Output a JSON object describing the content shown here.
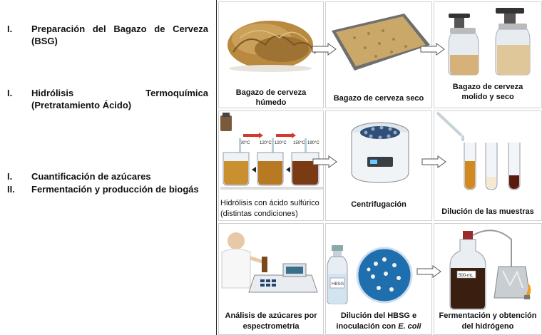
{
  "steps": [
    {
      "num": "I.",
      "text": "Preparación del Bagazo de Cerveza (BSG)"
    },
    {
      "num": "I.",
      "text": "Hidrólisis Termoquímica (Pretratamiento Ácido)"
    },
    {
      "num": "I.",
      "text": "Cuantificación de azúcares"
    },
    {
      "num": "II.",
      "text": "Fermentación y producción de biogás"
    }
  ],
  "cells": [
    {
      "caption": "Bagazo de cerveza húmedo"
    },
    {
      "caption": "Bagazo de cerveza seco"
    },
    {
      "caption1": "Bagazo de cerveza",
      "caption2": "molido y seco"
    },
    {
      "caption1": "Hidrólisis con ácido sulfúrico",
      "caption2": "(distintas condiciones)"
    },
    {
      "caption": "Centrifugación"
    },
    {
      "caption": "Dilución de las muestras"
    },
    {
      "caption1": "Análisis de azúcares por",
      "caption2": "espectrometría"
    },
    {
      "caption1": "Dilución del HBSG e",
      "caption2a": "inoculación con ",
      "caption2b": "E. coli"
    },
    {
      "caption1": "Fermentación y obtención",
      "caption2": "del hidrógeno"
    }
  ],
  "labels": {
    "temps": [
      "90°C",
      "120°C",
      "120°C",
      "150°C",
      "190°C"
    ],
    "bottle": "HBSG",
    "jar": "500-mL"
  }
}
